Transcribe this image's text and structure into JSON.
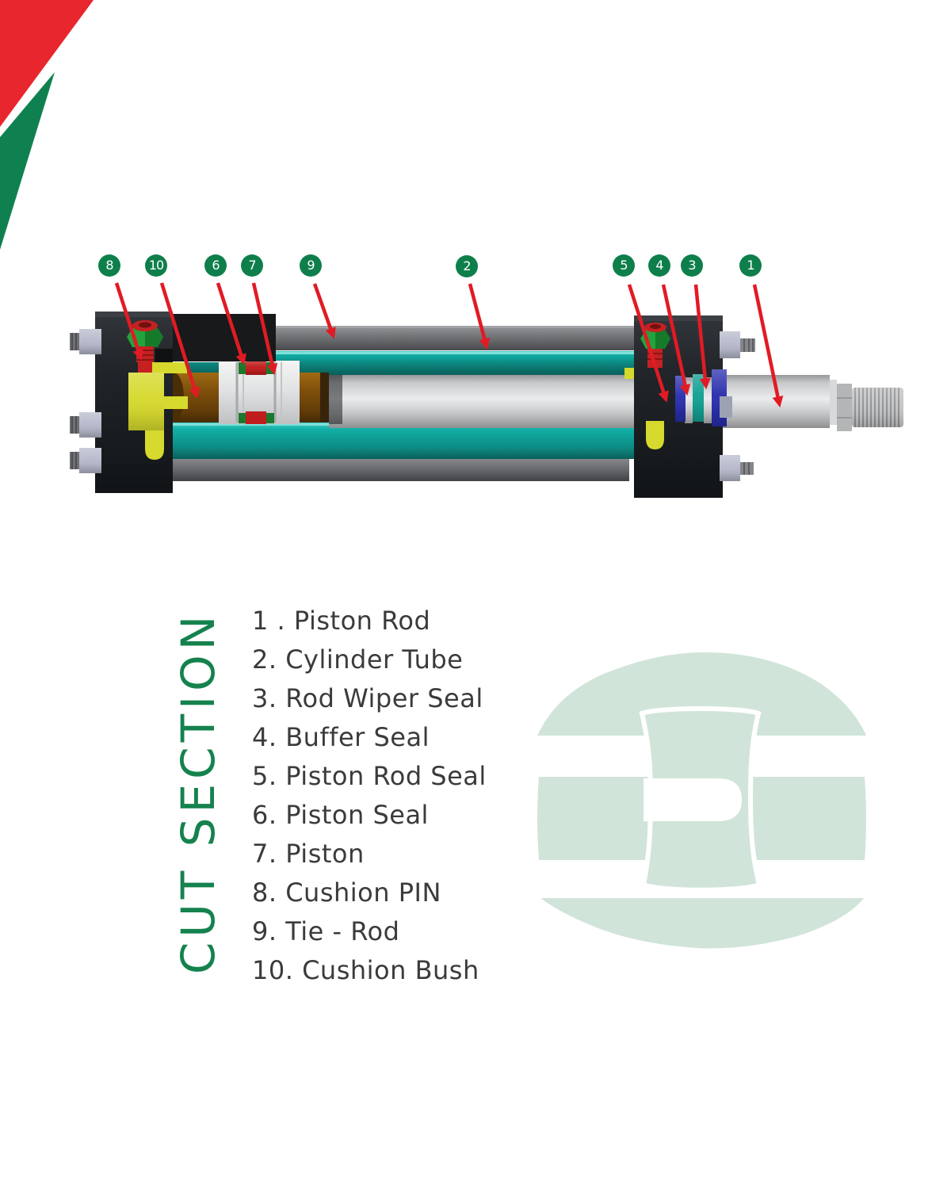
{
  "title": {
    "text": "CUT SECTION"
  },
  "legend": {
    "items": [
      {
        "label": "1 . Piston Rod"
      },
      {
        "label": "2. Cylinder Tube"
      },
      {
        "label": "3. Rod Wiper Seal"
      },
      {
        "label": "4. Buffer Seal"
      },
      {
        "label": "5. Piston Rod Seal"
      },
      {
        "label": "6. Piston Seal"
      },
      {
        "label": "7. Piston"
      },
      {
        "label": "8. Cushion PIN"
      },
      {
        "label": "9. Tie - Rod"
      },
      {
        "label": "10. Cushion Bush"
      }
    ]
  },
  "callouts": {
    "items": [
      {
        "num": "8"
      },
      {
        "num": "10"
      },
      {
        "num": "6"
      },
      {
        "num": "7"
      },
      {
        "num": "9"
      },
      {
        "num": "2"
      },
      {
        "num": "5"
      },
      {
        "num": "4"
      },
      {
        "num": "3"
      },
      {
        "num": "1"
      }
    ]
  },
  "colors": {
    "corner_red": "#e8262d",
    "corner_green": "#0f8150",
    "bubble_green": "#0e7f4b",
    "arrow_red": "#e11b24",
    "title_green": "#15824e",
    "legend_text": "#3b3b3d",
    "watermark_green": "#d1e4da",
    "cap_black": "#1d2124",
    "tube_teal": "#10a69c",
    "tube_teal_dark": "#0b746e",
    "tie_rod_gray": "#737477",
    "rod_silver": "#d9dadb",
    "bush_brown": "#7c4c0a",
    "piston_white": "#e9e9ea",
    "seal_red": "#c01d1d",
    "seal_green": "#1a7a2c",
    "seal_blue": "#2a2fae",
    "buffer_seal_teal": "#14a093",
    "port_yellow": "#d6d92e",
    "bolt_lavender": "#b7bacb",
    "cushion_pin_red": "#c32222",
    "cushion_nut_green": "#23a33c"
  }
}
